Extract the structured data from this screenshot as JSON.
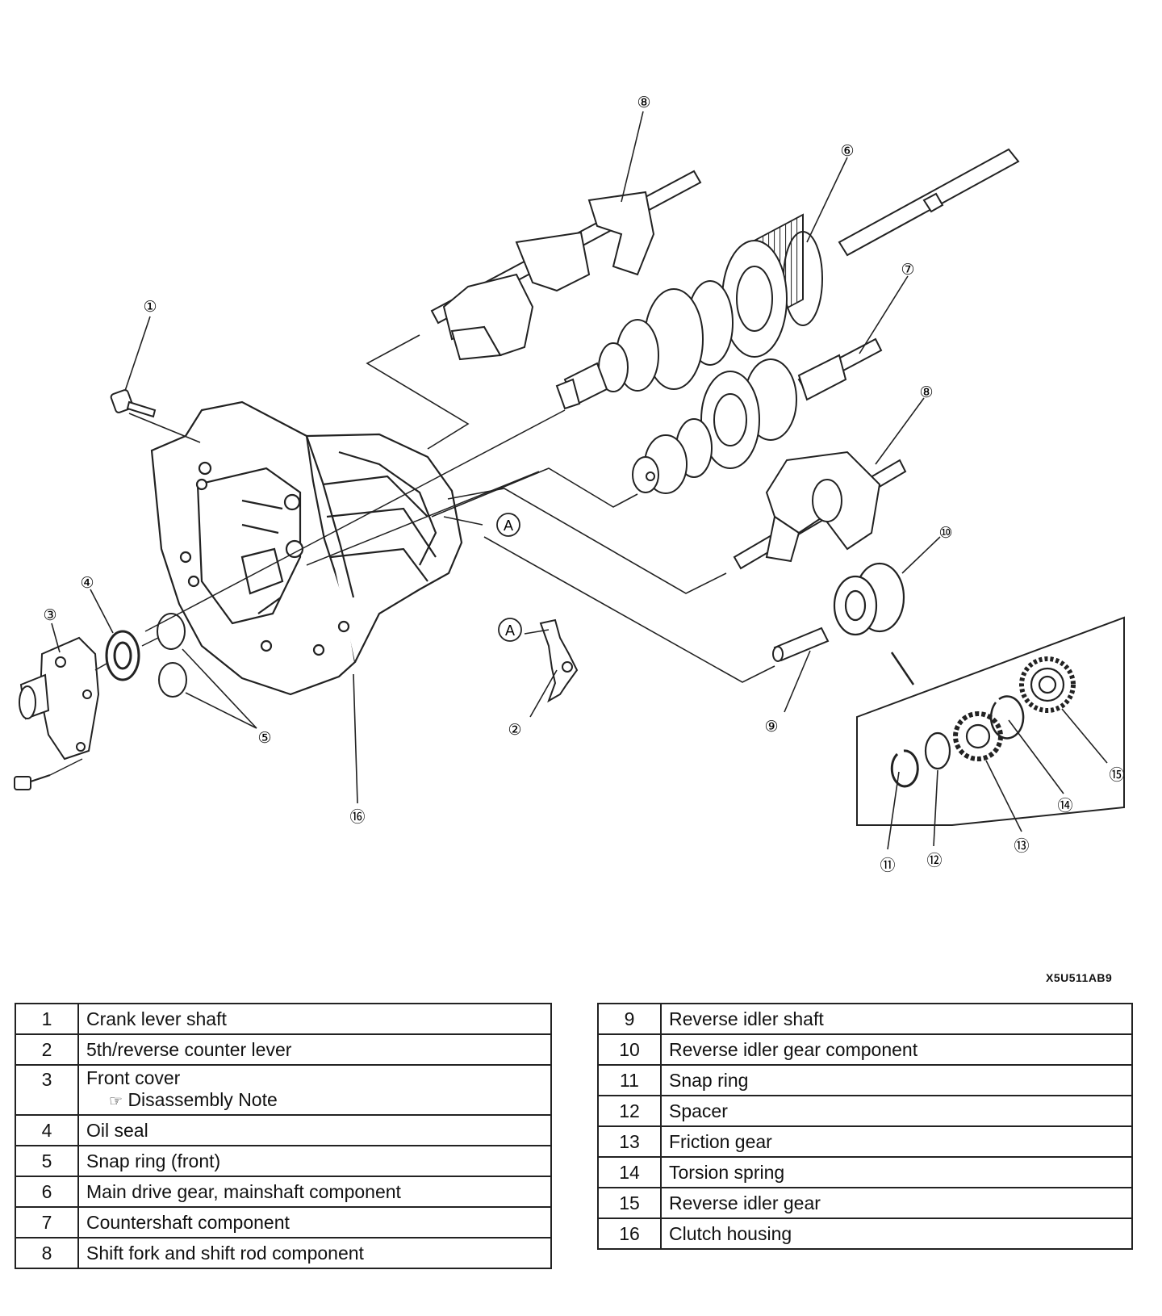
{
  "diagram": {
    "callouts": [
      {
        "label": "①"
      },
      {
        "label": "②"
      },
      {
        "label": "③"
      },
      {
        "label": "④"
      },
      {
        "label": "⑤"
      },
      {
        "label": "⑥"
      },
      {
        "label": "⑦"
      },
      {
        "label": "⑧"
      },
      {
        "label": "⑧"
      },
      {
        "label": "⑨"
      },
      {
        "label": "⑩"
      },
      {
        "label": "⑪"
      },
      {
        "label": "⑫"
      },
      {
        "label": "⑬"
      },
      {
        "label": "⑭"
      },
      {
        "label": "⑮"
      },
      {
        "label": "⑯"
      }
    ],
    "ref_marks": [
      {
        "label": "A"
      },
      {
        "label": "A"
      }
    ],
    "code": "X5U511AB9"
  },
  "legend": {
    "left": [
      {
        "num": "1",
        "name": "Crank lever shaft"
      },
      {
        "num": "2",
        "name": "5th/reverse counter lever"
      },
      {
        "num": "3",
        "name": "Front cover",
        "note": "Disassembly Note"
      },
      {
        "num": "4",
        "name": "Oil seal"
      },
      {
        "num": "5",
        "name": "Snap ring (front)"
      },
      {
        "num": "6",
        "name": "Main drive gear, mainshaft component"
      },
      {
        "num": "7",
        "name": "Countershaft component"
      },
      {
        "num": "8",
        "name": "Shift fork and shift rod component"
      }
    ],
    "right": [
      {
        "num": "9",
        "name": "Reverse idler shaft"
      },
      {
        "num": "10",
        "name": "Reverse idler gear component"
      },
      {
        "num": "11",
        "name": "Snap ring"
      },
      {
        "num": "12",
        "name": "Spacer"
      },
      {
        "num": "13",
        "name": "Friction gear"
      },
      {
        "num": "14",
        "name": "Torsion spring"
      },
      {
        "num": "15",
        "name": "Reverse idler gear"
      },
      {
        "num": "16",
        "name": "Clutch housing"
      }
    ]
  }
}
